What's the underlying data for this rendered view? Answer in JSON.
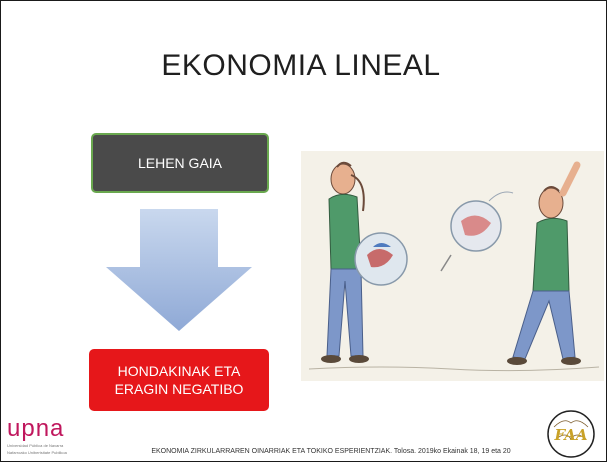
{
  "slide": {
    "title": "EKONOMIA LINEAL",
    "box_top_label": "LEHEN GAIA",
    "box_bottom_line1": "HONDAKINAK ETA",
    "box_bottom_line2": "ERAGIN NEGATIBO",
    "footer": "EKONOMIA ZIRKULARRAREN OINARRIAK ETA TOKIKO ESPERIENTZIAK. Tolosa. 2019ko Ekainak 18, 19 eta 20"
  },
  "logos": {
    "left_brand": "upna",
    "left_sub1": "Universidad Pública de Navarra",
    "left_sub2": "Nafarroako Unibertsitate Publikoa",
    "right_text": "FAA"
  },
  "colors": {
    "dark_box": "#4a4a4a",
    "dark_box_border": "#6aa84f",
    "red_box": "#e6171a",
    "arrow_top": "#c9d8ee",
    "arrow_bottom": "#8fa9d6",
    "brand": "#c0175d"
  }
}
